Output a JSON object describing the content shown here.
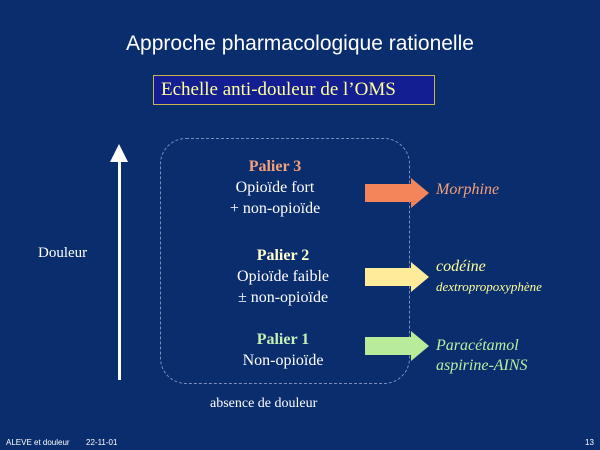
{
  "title": "Approche pharmacologique rationelle",
  "subtitle": "Echelle anti-douleur de l’OMS",
  "axis": {
    "label": "Douleur",
    "bottom": "absence de douleur"
  },
  "levels": [
    {
      "name": "Palier 3",
      "line1": "Opioïde fort",
      "line2": "+ non-opioïde",
      "color": "#f4a07a"
    },
    {
      "name": "Palier 2",
      "line1": "Opioïde faible",
      "line2": "± non-opioïde",
      "color": "#ffffcc"
    },
    {
      "name": "Palier 1",
      "line1": "Non-opioïde",
      "color": "#c8f0b4"
    }
  ],
  "drugs": {
    "level3": [
      "Morphine"
    ],
    "level2": [
      "codéine",
      "dextropropoxyphène"
    ],
    "level1": [
      "Paracétamol",
      "aspirine-AINS"
    ]
  },
  "arrow_colors": {
    "level3": "#f4845a",
    "level2": "#ffeb99",
    "level1": "#b8ec9a"
  },
  "footer": {
    "left": "ALEVE et douleur",
    "date": "22-11-01",
    "page": "13"
  }
}
